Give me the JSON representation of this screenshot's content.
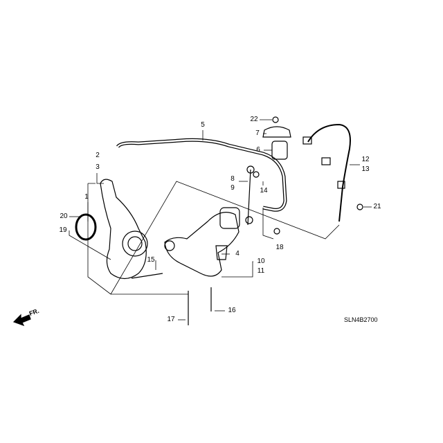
{
  "diagram_code": "SLN4B2700",
  "direction_marker": "FR.",
  "callouts": {
    "p1": "1",
    "p2": "2",
    "p3": "3",
    "p4": "4",
    "p5": "5",
    "p6": "6",
    "p7": "7",
    "p8": "8",
    "p9": "9",
    "p10": "10",
    "p11": "11",
    "p12": "12",
    "p13": "13",
    "p14": "14",
    "p15": "15",
    "p16": "16",
    "p17": "17",
    "p18": "18",
    "p19": "19",
    "p20": "20",
    "p21": "21",
    "p22": "22"
  },
  "colors": {
    "ink": "#000000",
    "background": "#ffffff"
  }
}
